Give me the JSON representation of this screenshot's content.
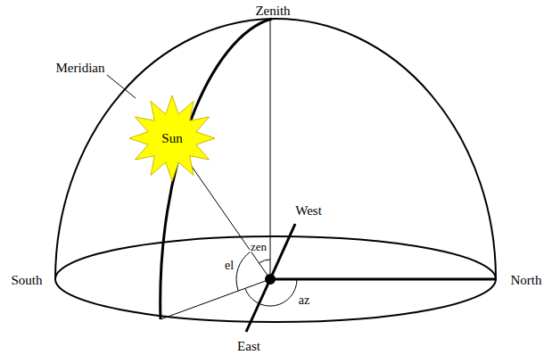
{
  "diagram": {
    "nodes": [
      {
        "text": [
          "Sun"
        ]
      }
    ],
    "labels": [
      "Zenith",
      "Meridian",
      "West",
      "South",
      "zen",
      "el",
      "North",
      "az",
      "East"
    ]
  }
}
